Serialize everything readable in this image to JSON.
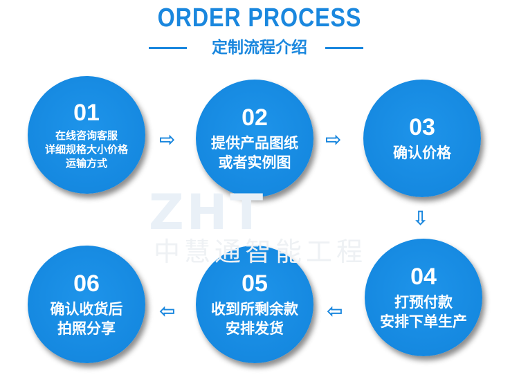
{
  "header": {
    "title": "ORDER PROCESS",
    "subtitle": "定制流程介绍"
  },
  "watermark": {
    "logo": "ZHT",
    "company": "中慧通智能工程"
  },
  "steps": [
    {
      "num": "01",
      "lines": [
        "在线咨询客服",
        "详细规格大小价格",
        "运输方式"
      ]
    },
    {
      "num": "02",
      "lines": [
        "提供产品图纸",
        "或者实例图"
      ]
    },
    {
      "num": "03",
      "lines": [
        "确认价格"
      ]
    },
    {
      "num": "04",
      "lines": [
        "打预付款",
        "安排下单生产"
      ]
    },
    {
      "num": "05",
      "lines": [
        "收到所剩余款",
        "安排发货"
      ]
    },
    {
      "num": "06",
      "lines": [
        "确认收货后",
        "拍照分享"
      ]
    }
  ],
  "colors": {
    "accent": "#1a87de"
  }
}
